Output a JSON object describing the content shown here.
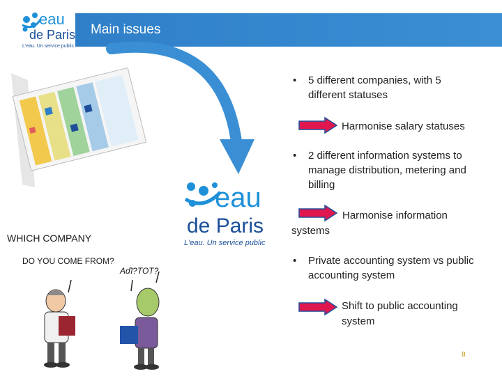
{
  "header": {
    "title": "Main issues",
    "logo": {
      "line1": "eau",
      "line2": "de Paris",
      "tagline": "L'eau. Un service public"
    }
  },
  "main_logo": {
    "line1": "eau",
    "line2": "de Paris",
    "tagline": "L'eau. Un service public"
  },
  "bullets": [
    {
      "dot": "•",
      "line1": "5 different companies, with 5",
      "line2": "different statuses"
    },
    {
      "dot": "•",
      "line1": "2 different information systems to",
      "line2": "manage distribution, metering and",
      "line3": "billing"
    },
    {
      "dot": "•",
      "line1": "Private accounting system vs public",
      "line2": "accounting system"
    }
  ],
  "outcomes": [
    {
      "line1": "Harmonise salary statuses"
    },
    {
      "line1": "Harmonise information",
      "line2": "systems"
    },
    {
      "line1": "Shift to public accounting",
      "line2": "system"
    }
  ],
  "side_text": {
    "line1": "WHICH COMPANY",
    "line2": "DO YOU COME FROM?",
    "speech": "Aďī?TOT?"
  },
  "page_number": "8",
  "colors": {
    "header_blue": "#2f7fc8",
    "arrow_fill": "#e0174f",
    "arrow_stroke": "#1f4f9a",
    "curve_arrow": "#3a8fd4",
    "logo_blue": "#1e90d8"
  }
}
